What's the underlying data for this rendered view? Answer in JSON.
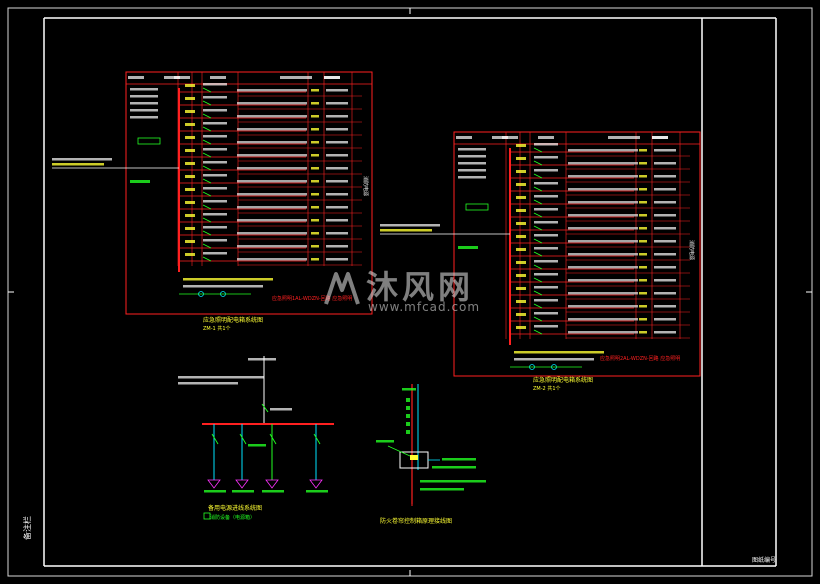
{
  "drawing": {
    "background": "#000000",
    "frame_color": "#ffffff",
    "line_color_main": "#ff2020",
    "line_color_cyan": "#00e5ff",
    "line_color_green": "#22ff22",
    "line_color_yellow": "#ffff33",
    "line_color_magenta": "#ff33ff",
    "side_title_left": "备注栏",
    "side_title_right": "图纸编号"
  },
  "panel_1": {
    "caption": "应急照明配电箱系统图",
    "caption_sub": "ZM-1 共1个",
    "note_red": "应急照明1AL-WDZN-回路 应急照明",
    "side_note": "消防电源"
  },
  "panel_2": {
    "caption": "应急照明配电箱系统图",
    "caption_sub": "ZM-2 共1个",
    "note_red": "应急照明2AL-WDZN-回路 应急照明",
    "side_note": "消防电源"
  },
  "lower_left": {
    "caption": "备用电源进线系统图",
    "caption_sub": "消防设备（电源箱）"
  },
  "lower_mid": {
    "caption": "防火卷帘控制箱原理接线图"
  },
  "watermark": {
    "brand": "沐风网",
    "url": "www.mfcad.com"
  }
}
